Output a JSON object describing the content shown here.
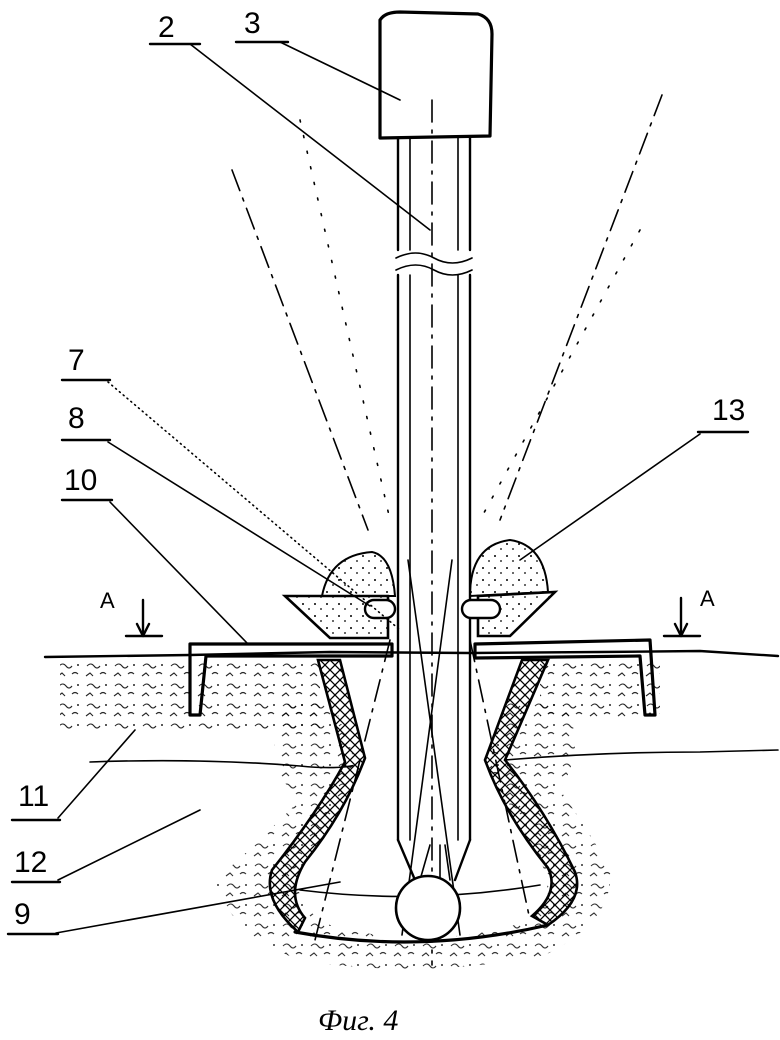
{
  "figure": {
    "caption": "Фиг. 4",
    "section_mark": "A",
    "labels": {
      "l2": "2",
      "l3": "3",
      "l7": "7",
      "l8": "8",
      "l9": "9",
      "l10": "10",
      "l11": "11",
      "l12": "12",
      "l13": "13"
    }
  }
}
